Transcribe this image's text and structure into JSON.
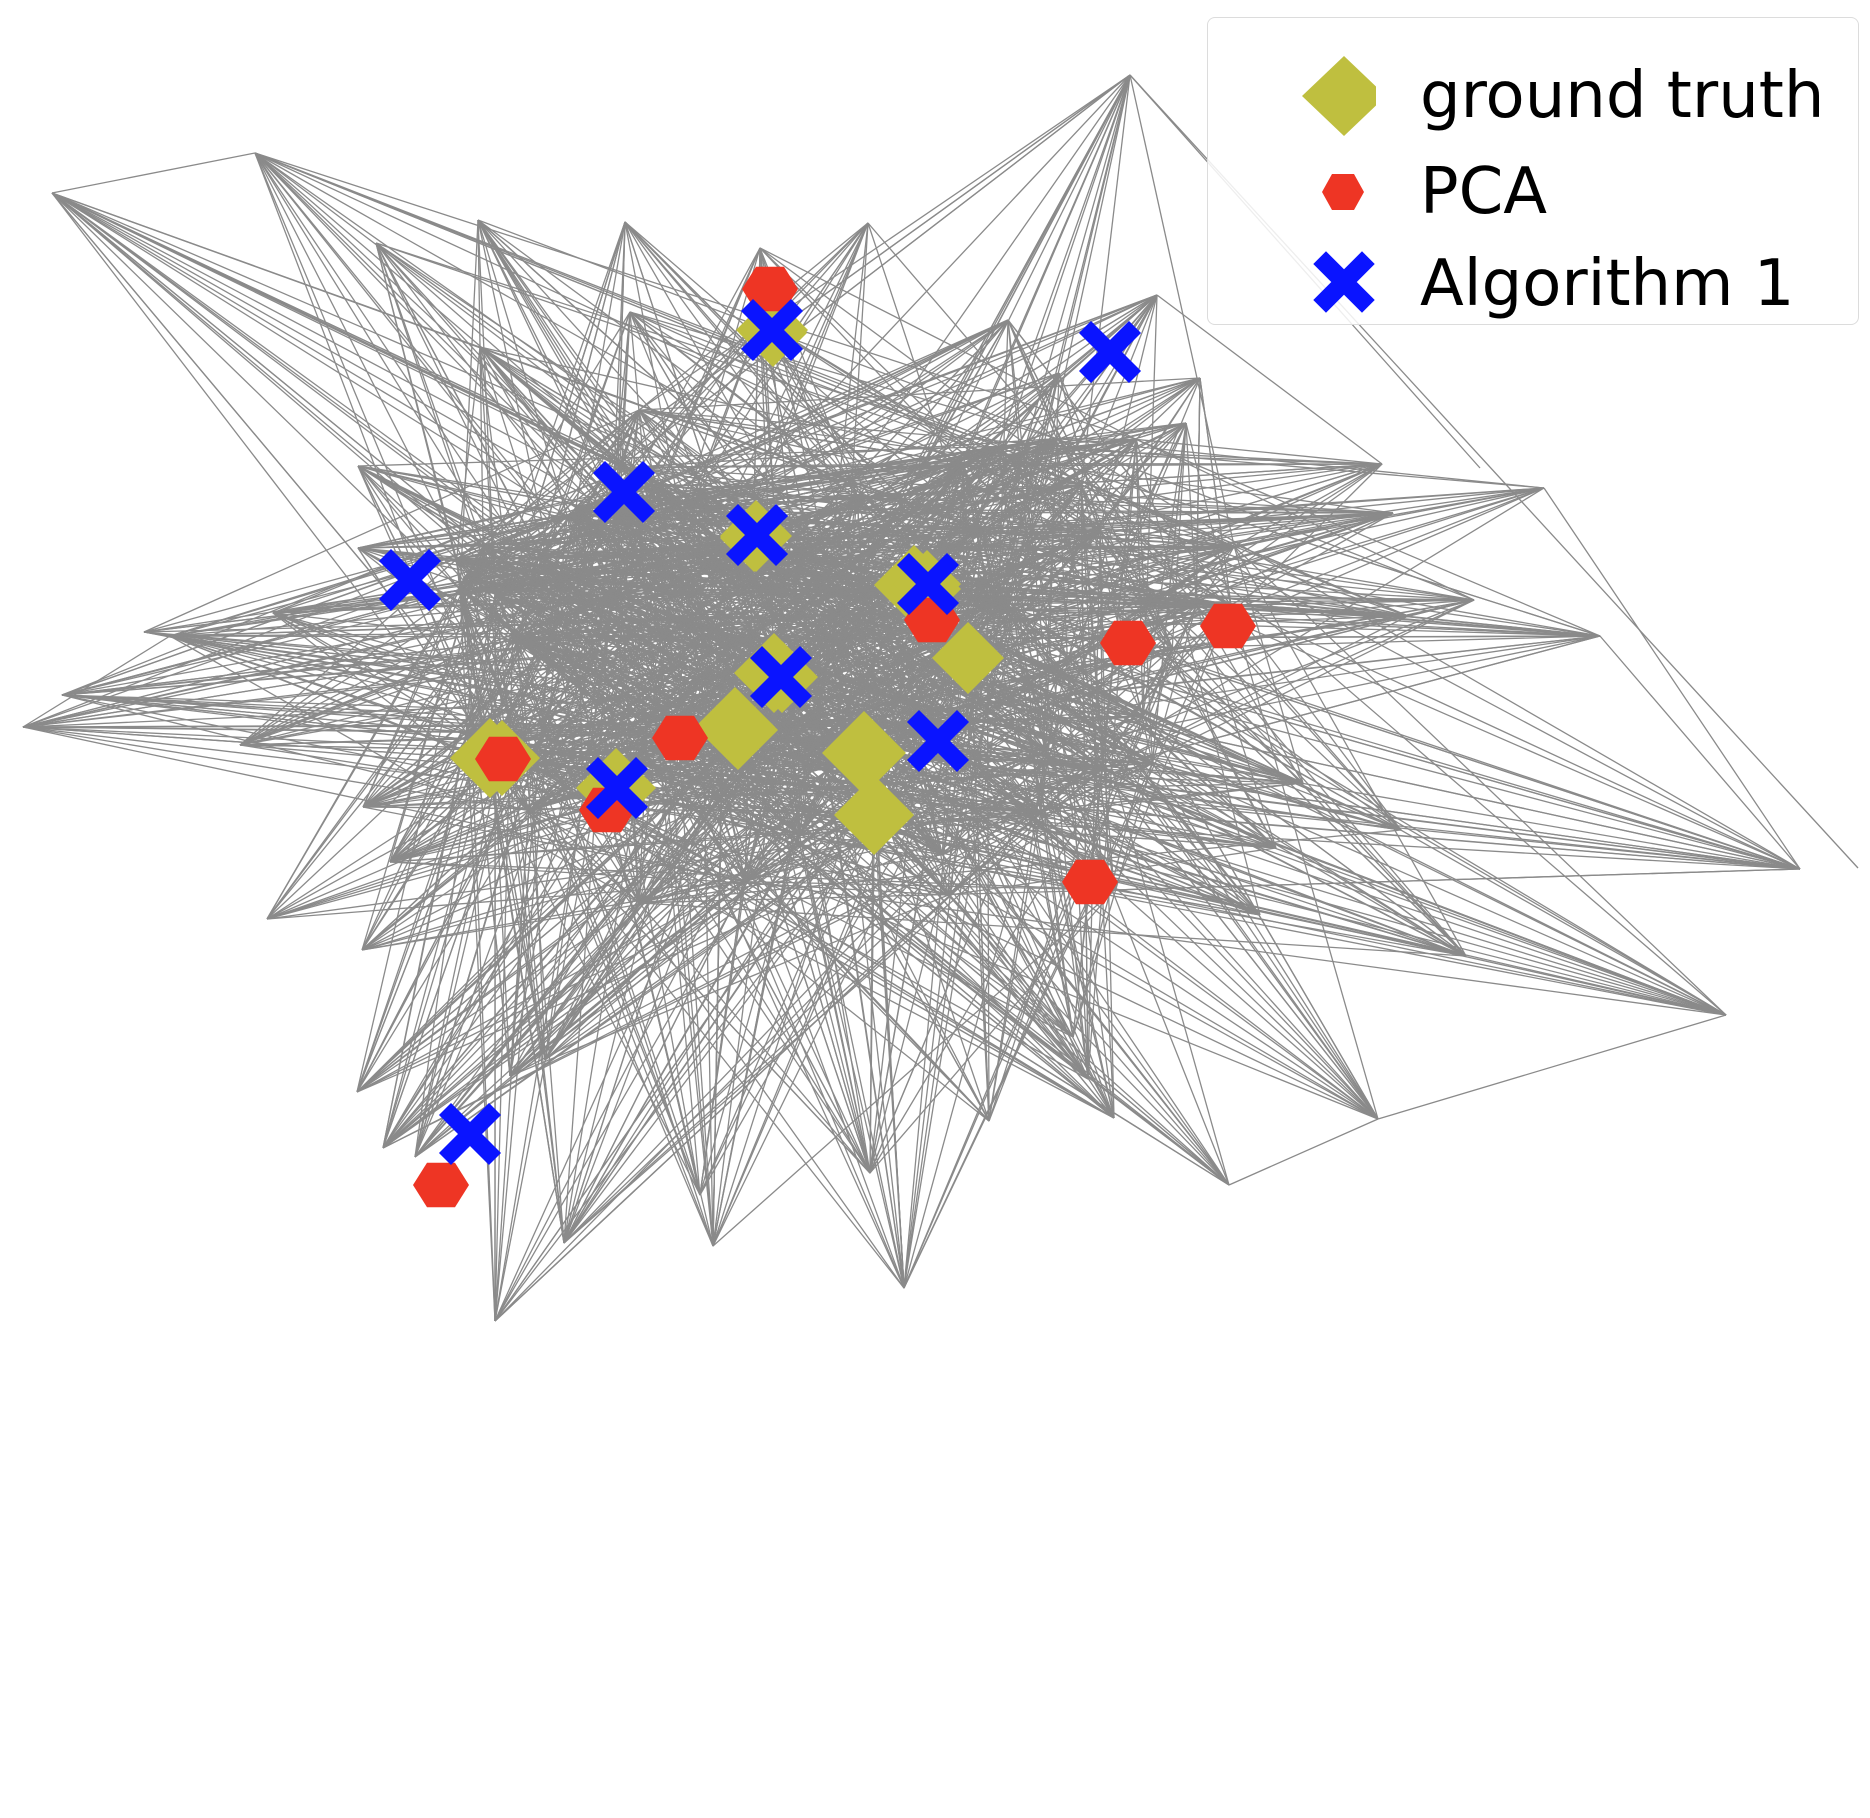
{
  "legend": {
    "ground_truth": "ground truth",
    "pca": "PCA",
    "algorithm": "Algorithm 1"
  },
  "colors": {
    "edge": "#8a8a8a",
    "ground_truth": "#bfbf3f",
    "pca": "#ee3524",
    "algorithm": "#0a14ff"
  },
  "marker_shapes": {
    "ground_truth": "diamond",
    "pca": "hexagon",
    "algorithm": "x-cross"
  }
}
